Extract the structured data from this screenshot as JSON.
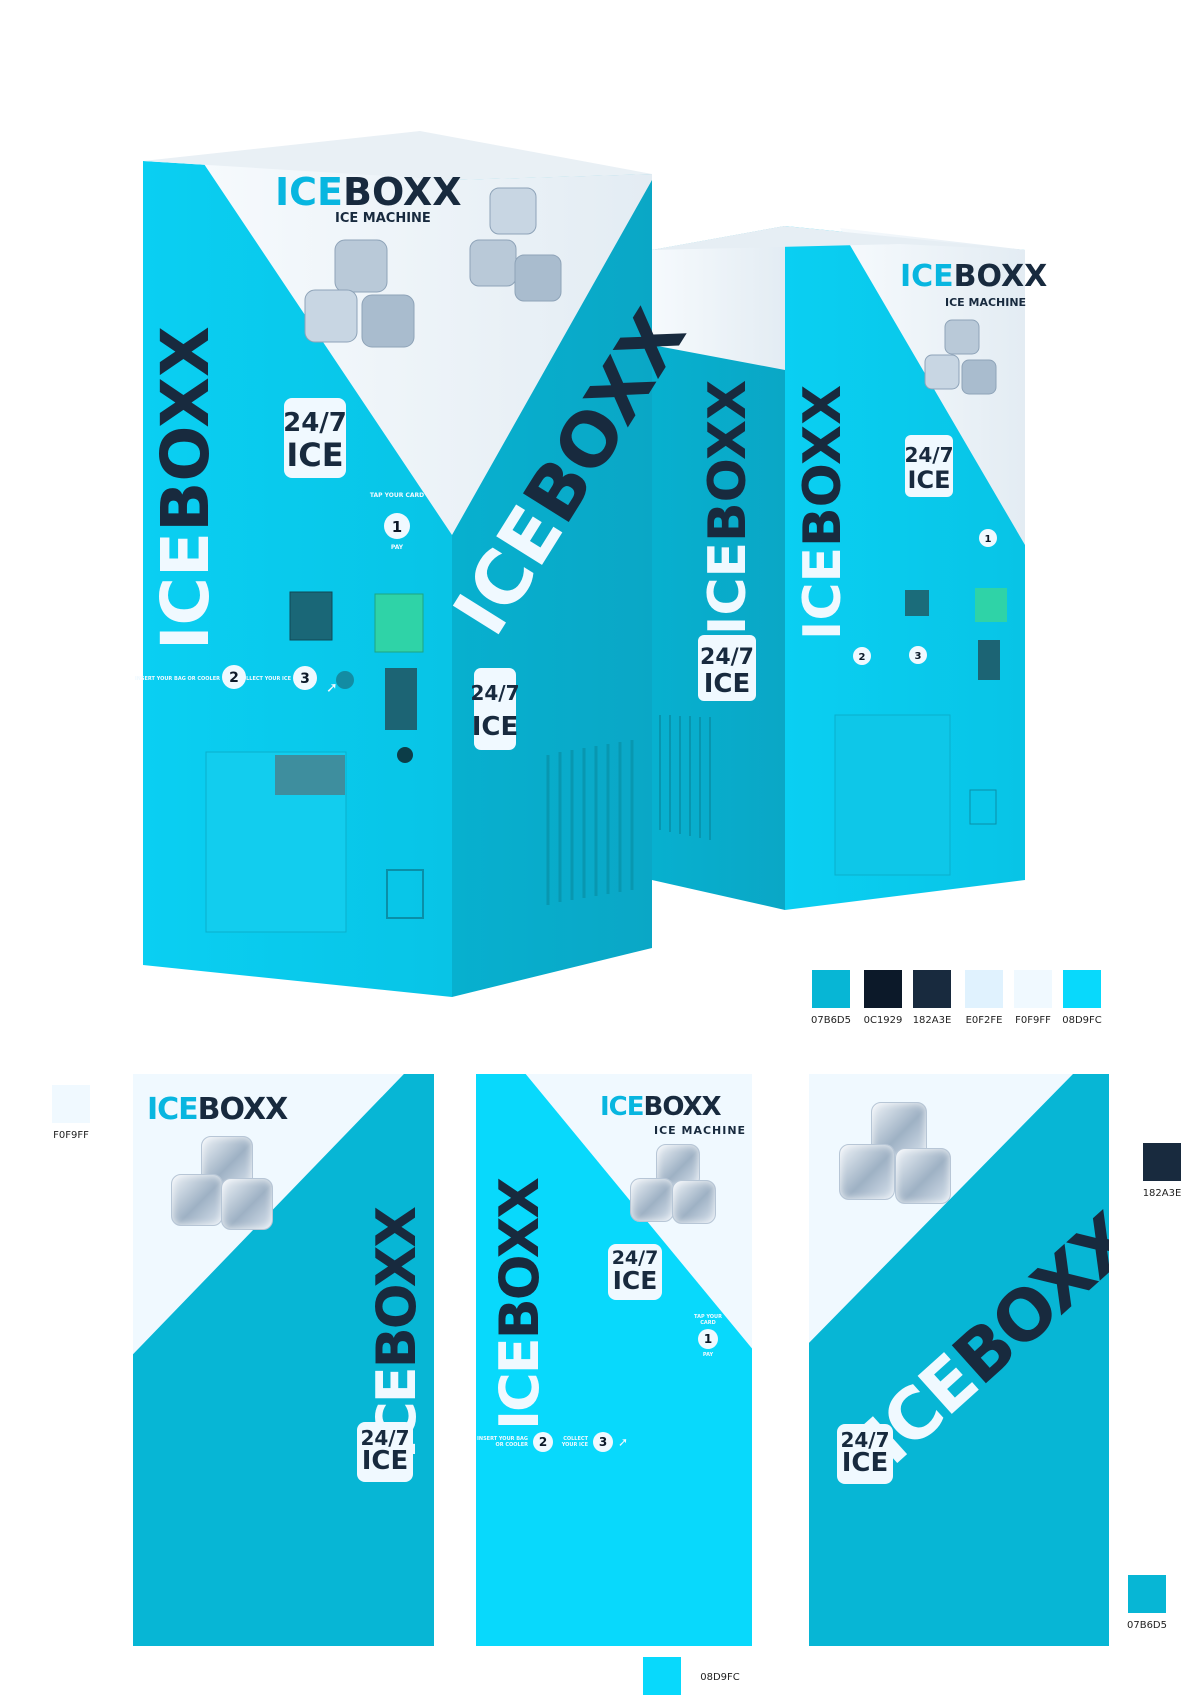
{
  "brand": {
    "ice": "ICE",
    "boxx": "BOXX",
    "tagline": "ICE MACHINE"
  },
  "badge": {
    "line1": "24/7",
    "line2": "ICE"
  },
  "steps": {
    "tap_label": "TAP YOUR CARD",
    "step1": "1",
    "pay_label": "PAY",
    "insert_label": "INSERT YOUR BAG OR COOLER",
    "step2": "2",
    "collect_label": "COLLECT YOUR ICE",
    "step3": "3"
  },
  "palette": [
    {
      "hex": "#07B6D5",
      "label": "07B6D5"
    },
    {
      "hex": "#0C1929",
      "label": "0C1929"
    },
    {
      "hex": "#182A3E",
      "label": "182A3E"
    },
    {
      "hex": "#E0F2FE",
      "label": "E0F2FE"
    },
    {
      "hex": "#F0F9FF",
      "label": "F0F9FF"
    },
    {
      "hex": "#08D9FC",
      "label": "08D9FC"
    }
  ],
  "panel_swatches": {
    "light": "F0F9FF",
    "navy": "182A3E",
    "teal": "07B6D5",
    "cyan": "08D9FC"
  }
}
